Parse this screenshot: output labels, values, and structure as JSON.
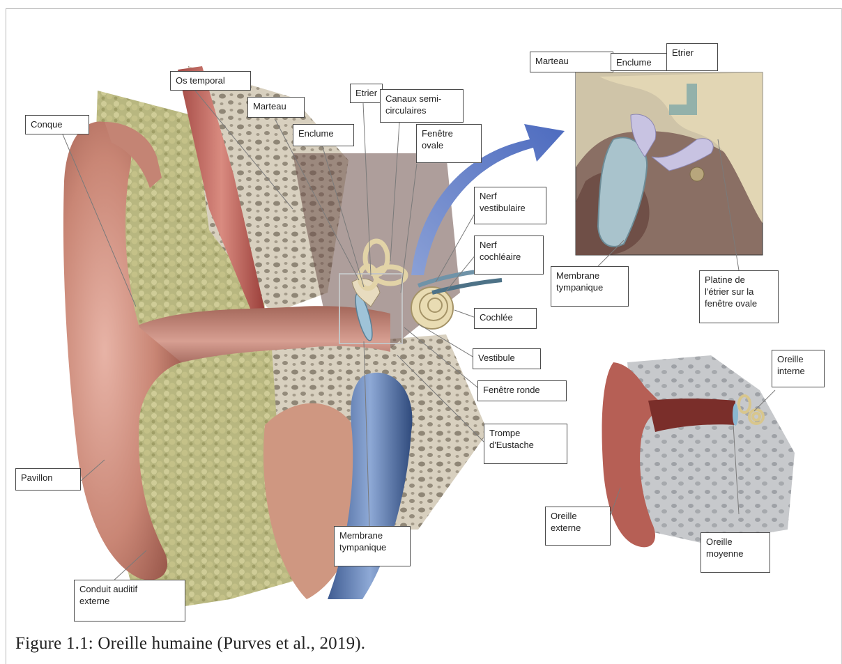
{
  "caption": "Figure 1.1: Oreille humaine (Purves et al., 2019).",
  "main_labels": {
    "conque": "Conque",
    "os_temporal": "Os temporal",
    "marteau": "Marteau",
    "enclume": "Enclume",
    "etrier": "Etrier",
    "canaux": "Canaux semi-\ncirculaires",
    "fenetre_ovale": "Fenêtre\novale",
    "nerf_vestibulaire": "Nerf\nvestibulaire",
    "nerf_cochleaire": "Nerf\ncochléaire",
    "cochlee": "Cochlée",
    "vestibule": "Vestibule",
    "fenetre_ronde": "Fenêtre ronde",
    "trompe": "Trompe\nd'Eustache",
    "membrane": "Membrane\ntympanique",
    "pavillon": "Pavillon",
    "conduit": "Conduit auditif\nexterne"
  },
  "inset_top_labels": {
    "marteau": "Marteau",
    "enclume": "Enclume",
    "etrier": "Etrier",
    "membrane": "Membrane\ntympanique",
    "platine": "Platine de\nl'étrier sur la\nfenêtre ovale"
  },
  "inset_bottom_labels": {
    "interne": "Oreille\ninterne",
    "externe": "Oreille\nexterne",
    "moyenne": "Oreille\nmoyenne"
  }
}
